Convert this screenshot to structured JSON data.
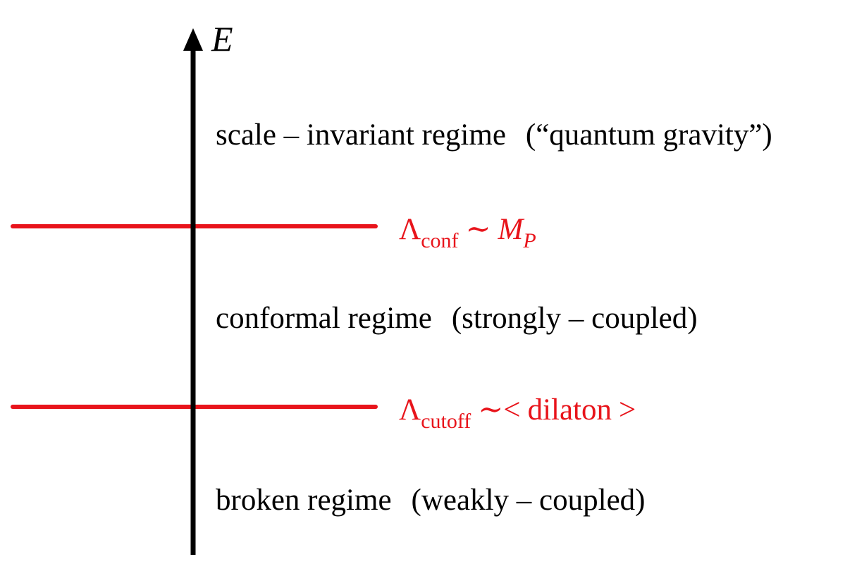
{
  "axis": {
    "label": "E"
  },
  "regimes": [
    {
      "name": "scale – invariant regime",
      "note": "(“quantum gravity”)"
    },
    {
      "name": "conformal regime",
      "note": "(strongly – coupled)"
    },
    {
      "name": "broken regime",
      "note": "(weakly – coupled)"
    }
  ],
  "thresholds": [
    {
      "symbol": "Λ",
      "subscript": "conf",
      "relation": "∼",
      "value": "M",
      "value_subscript": "P"
    },
    {
      "symbol": "Λ",
      "subscript": "cutoff",
      "relation": "∼<",
      "value": "dilaton",
      "closing": ">"
    }
  ],
  "colors": {
    "axis": "#000000",
    "threshold": "#e8141b",
    "text": "#000000"
  }
}
